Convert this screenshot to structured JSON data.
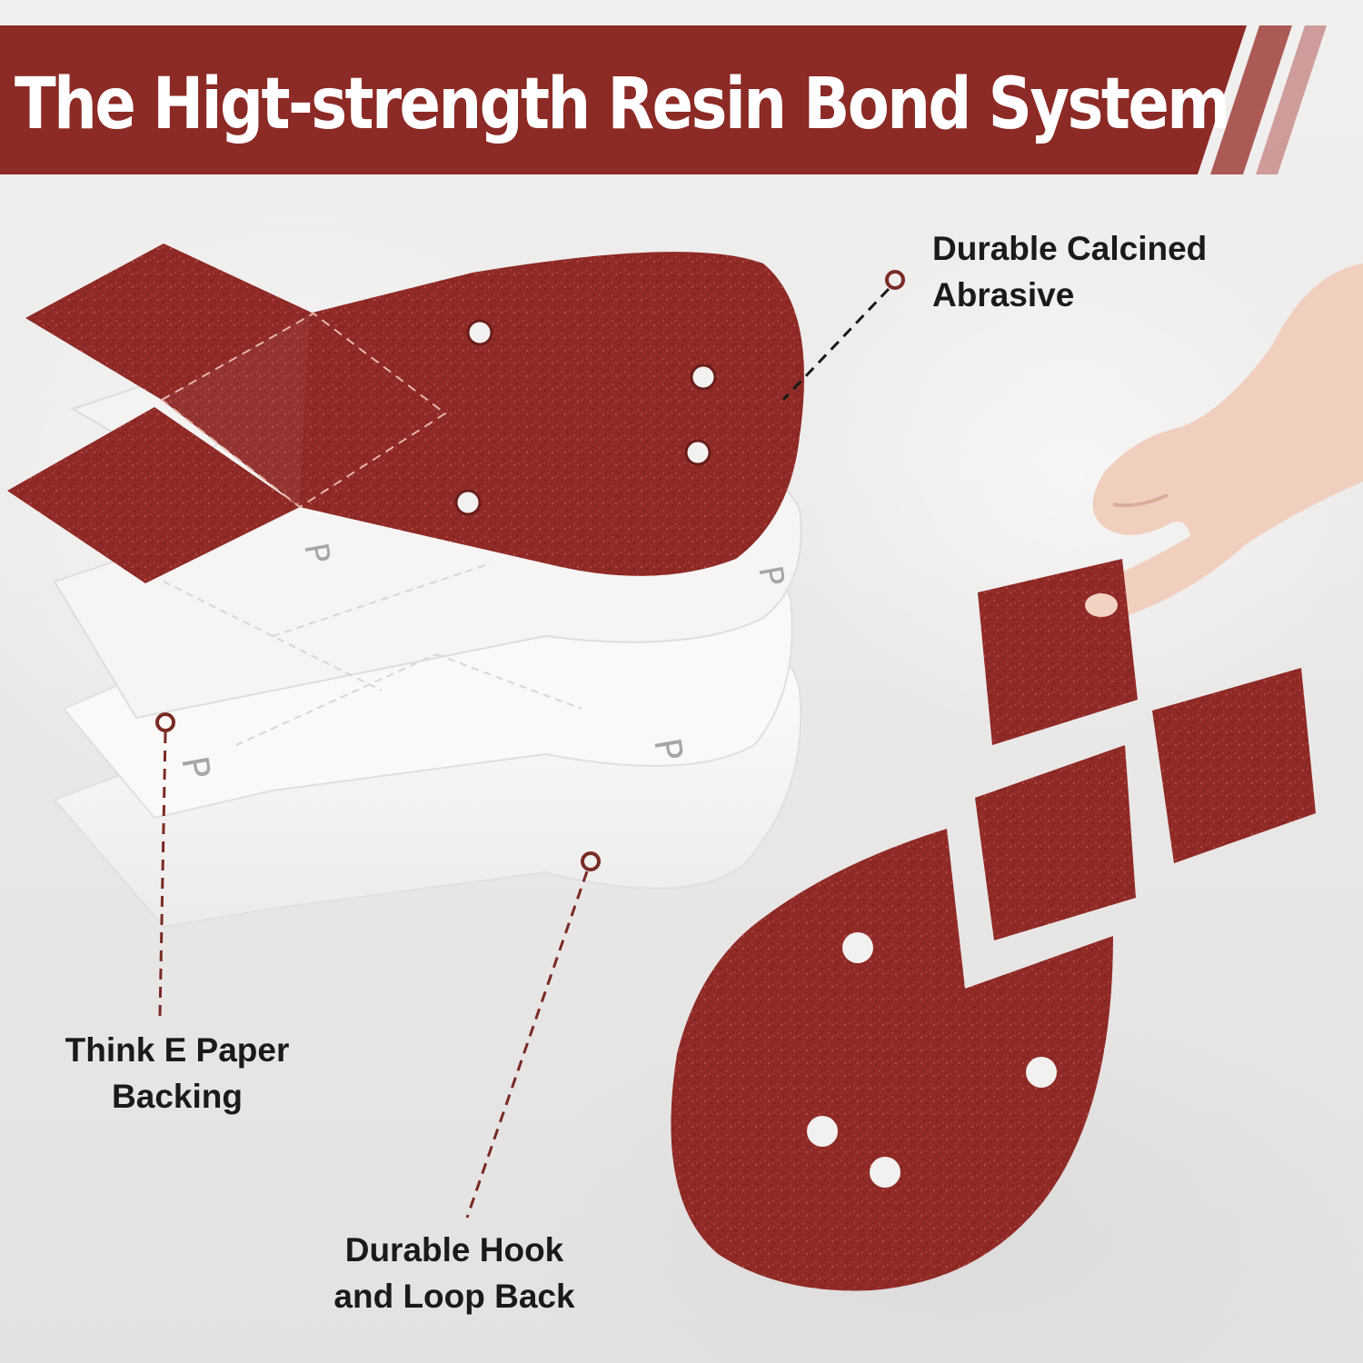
{
  "banner": {
    "title": "The Higt-strength Resin Bond System",
    "color": "#8c2a26"
  },
  "product": {
    "abrasive_color": "#8f2a27",
    "backing_color": "#f7f6f5",
    "backing_print": "P"
  },
  "callouts": {
    "abrasive": {
      "line1": "Durable Calcined",
      "line2": "Abrasive"
    },
    "paper_backing": {
      "line1": "Think E Paper",
      "line2": "Backing"
    },
    "hook_loop": {
      "line1": "Durable Hook",
      "line2": "and Loop Back"
    }
  },
  "leader_color": "#7a2a24"
}
